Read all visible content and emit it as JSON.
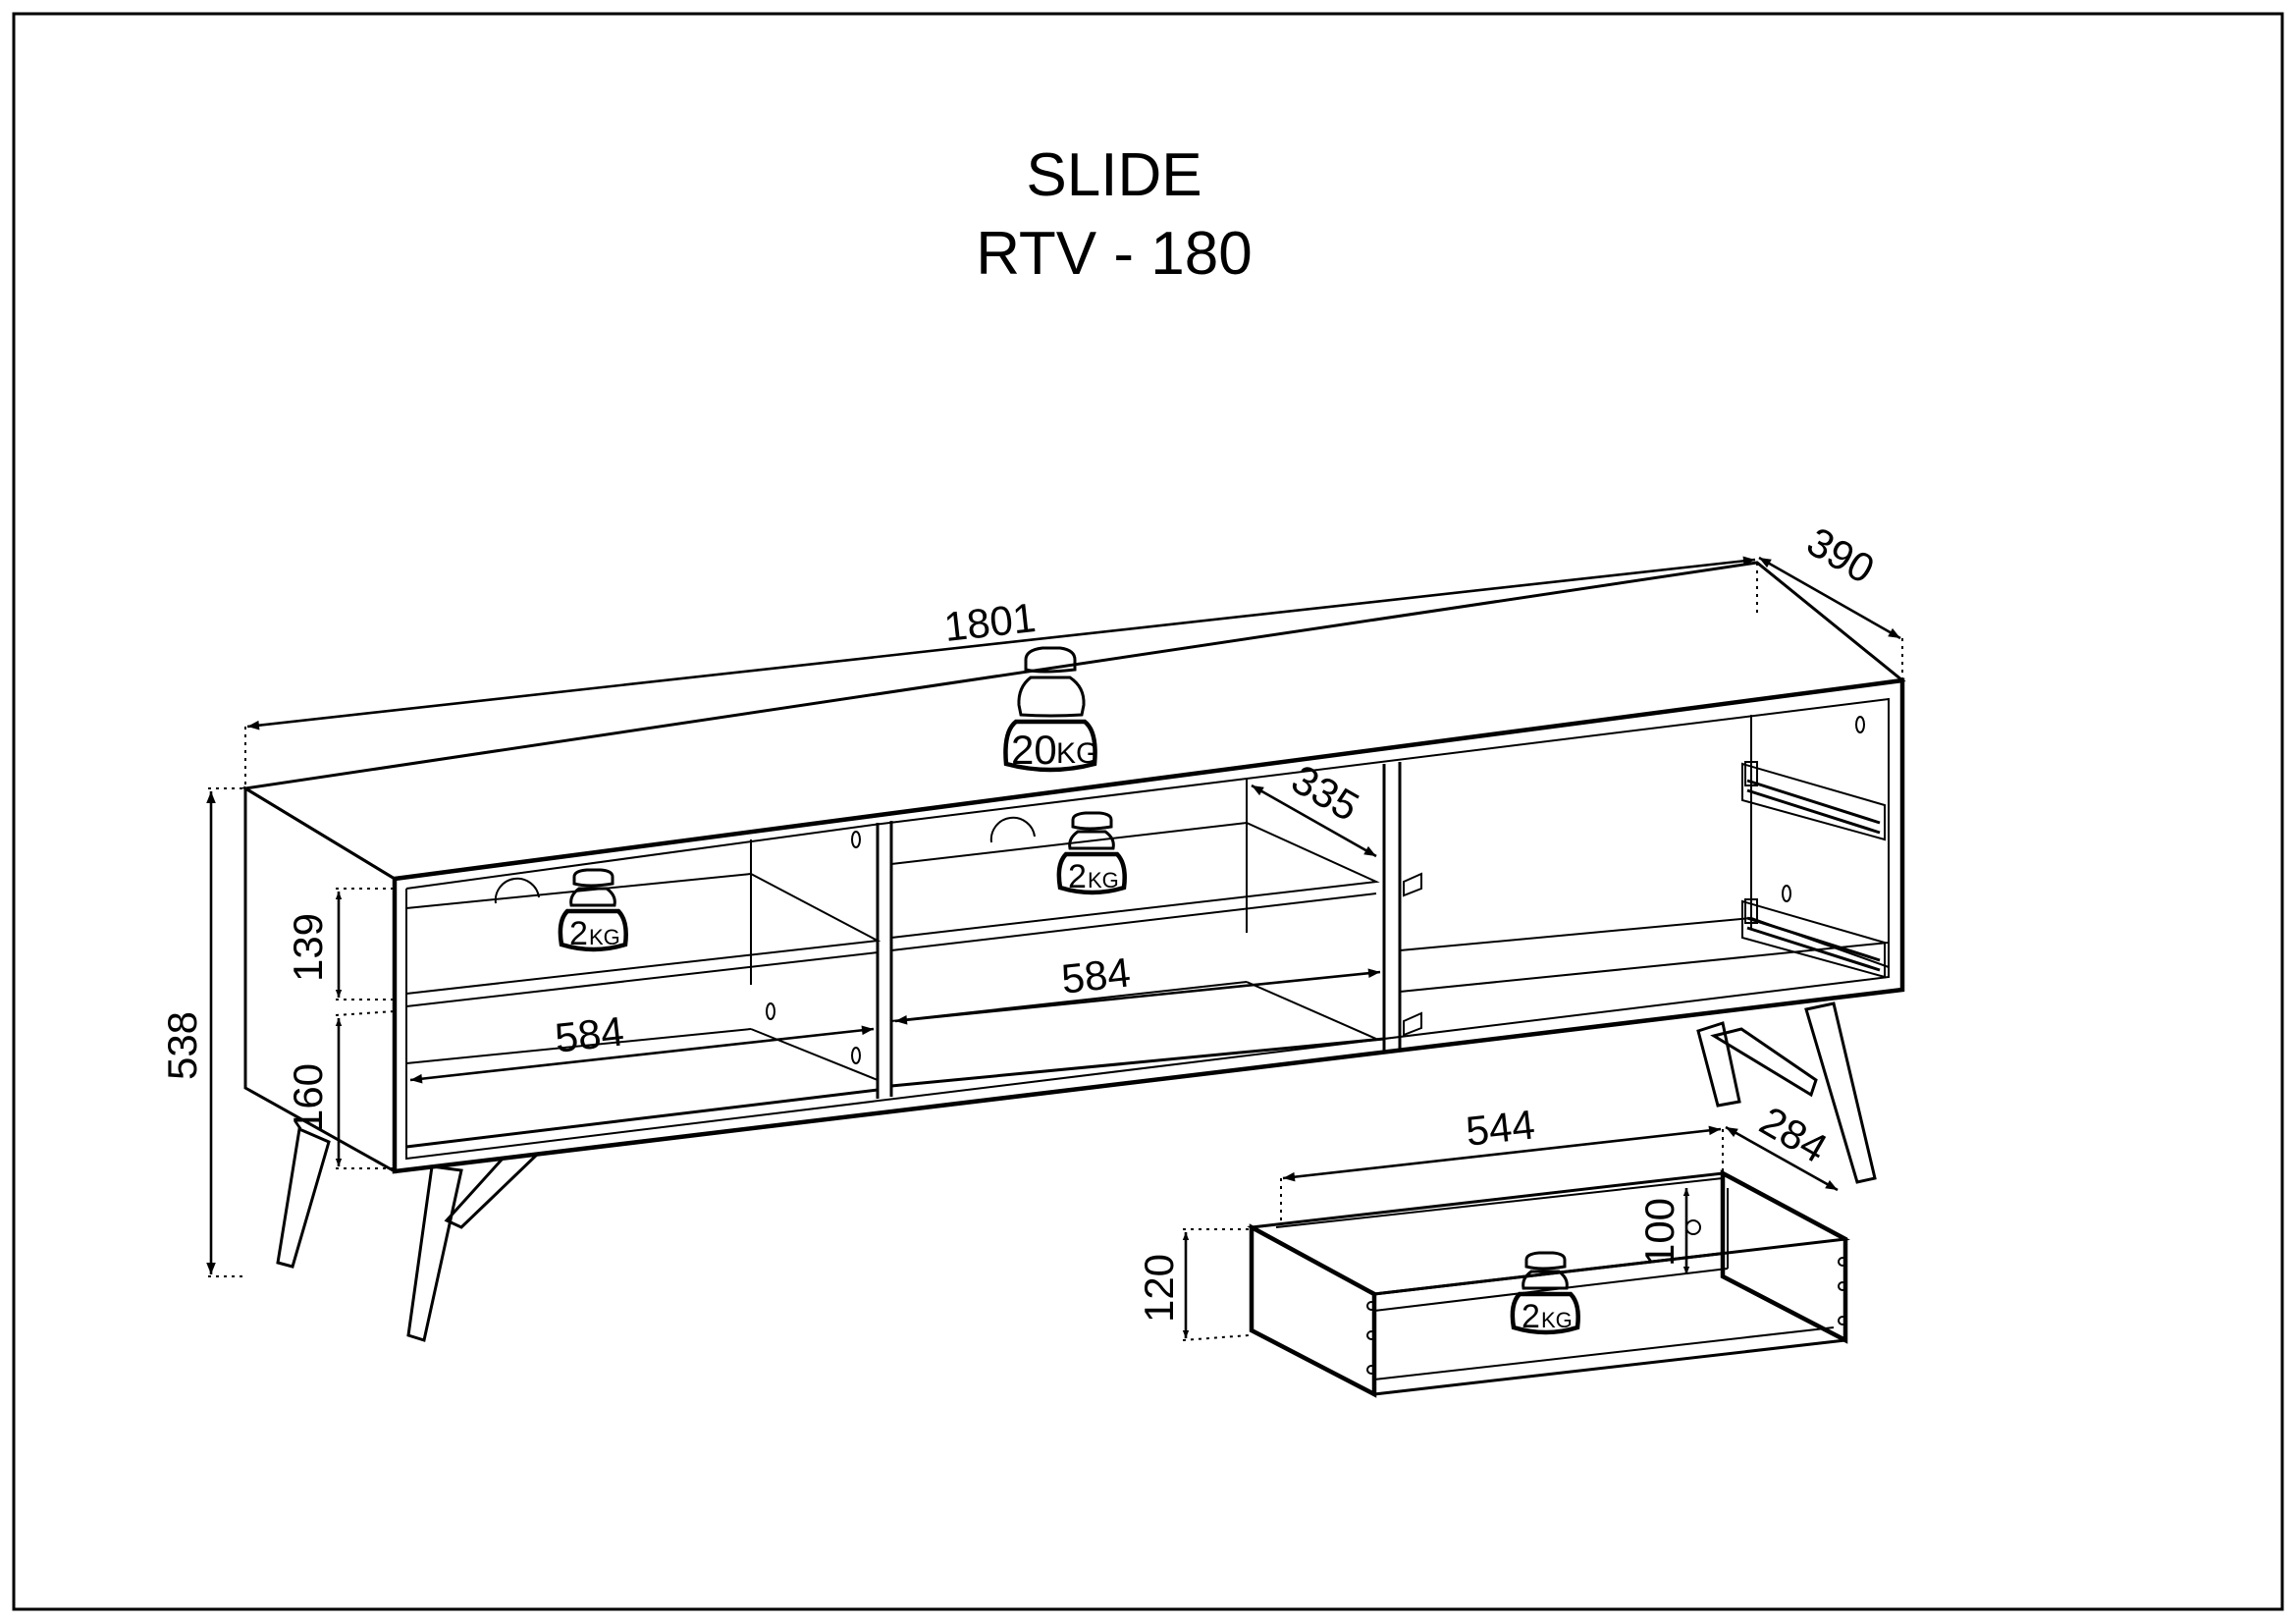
{
  "title": {
    "line1": "SLIDE",
    "line2": "RTV - 180"
  },
  "dimensions": {
    "width": "1801",
    "depth": "390",
    "height": "538",
    "shelf_depth": "335",
    "upper_compartment_height": "139",
    "lower_compartment_height": "160",
    "left_compartment_width": "584",
    "middle_compartment_width": "584",
    "drawer_width": "544",
    "drawer_depth": "284",
    "drawer_outer_height": "120",
    "drawer_inner_height": "100"
  },
  "load_limits": {
    "top": {
      "number": "20",
      "unit": "KG"
    },
    "left_shelf": {
      "number": "2",
      "unit": "KG"
    },
    "middle_shelf": {
      "number": "2",
      "unit": "KG"
    },
    "drawer": {
      "number": "2",
      "unit": "KG"
    }
  }
}
